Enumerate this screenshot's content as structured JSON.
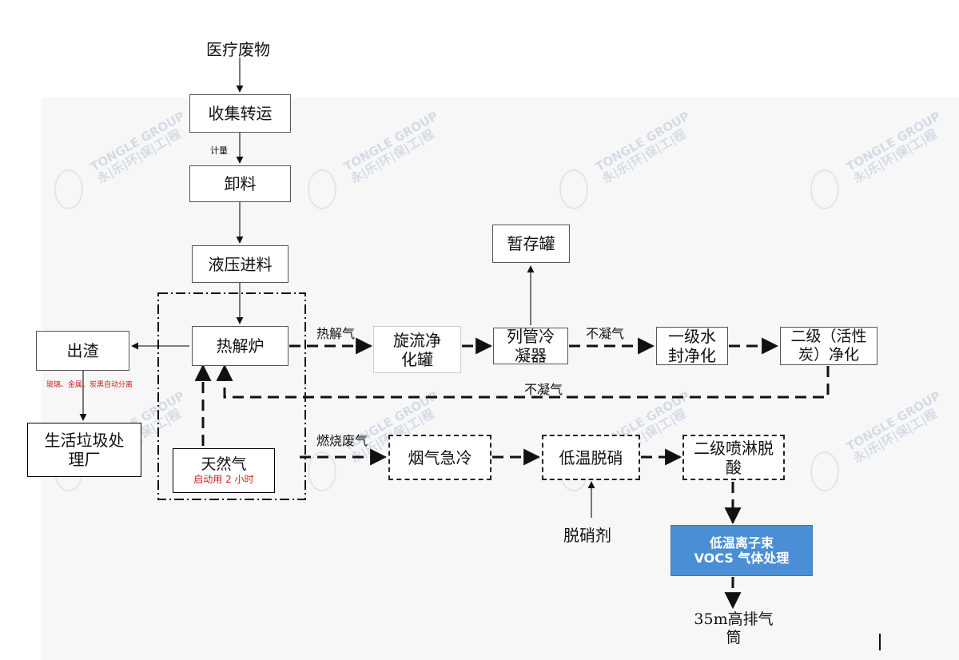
{
  "nodes": {
    "medical_waste": "医疗废物",
    "collect": "收集转运",
    "metering": "计量",
    "unload": "卸料",
    "hydraulic": "液压进料",
    "pyrolysis": "热解炉",
    "slag": "出渣",
    "slag_note": "玻璃、金属、炭黑自动分离",
    "domestic_plant": "生活垃圾处理厂",
    "natural_gas": "天然气",
    "natural_gas_note": "启动用 2 小时",
    "cyclone": "旋流净化罐",
    "condenser": "列管冷凝器",
    "temp_storage": "暂存罐",
    "water_seal": "一级水封净化",
    "activated_carbon": "二级（活性炭）净化",
    "flue_quench": "烟气急冷",
    "denitration": "低温脱硝",
    "spray_deacid": "二级喷淋脱酸",
    "denitration_agent": "脱硝剂",
    "ion_beam_line1": "低温离子束",
    "ion_beam_line2": "VOCS 气体处理",
    "stack": "35m高排气筒"
  },
  "labels": {
    "pyrolysis_gas": "热解气",
    "noncondensable_1": "不凝气",
    "noncondensable_2": "不凝气",
    "combustion_exhaust": "燃烧废气"
  },
  "watermark": {
    "line1": "TONGLE GROUP",
    "line2": "永|乐|环|保|工|程"
  },
  "colors": {
    "ion_beam_fill": "#4a8fd6",
    "note_red": "#cc2222"
  }
}
